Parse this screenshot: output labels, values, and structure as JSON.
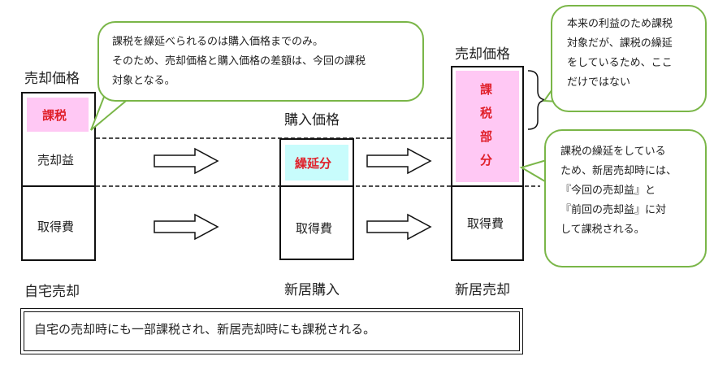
{
  "left_column": {
    "top_label": "売却価格",
    "tax_label": "課税",
    "gain_label": "売却益",
    "cost_label": "取得費",
    "bottom_label": "自宅売却"
  },
  "middle_column": {
    "top_label": "購入価格",
    "deferred_label": "繰延分",
    "cost_label": "取得費",
    "bottom_label": "新居購入"
  },
  "right_column": {
    "top_label": "売却価格",
    "taxed_part_chars": [
      "課",
      "税",
      "部",
      "分"
    ],
    "cost_label": "取得費",
    "bottom_label": "新居売却"
  },
  "callout_top_left": {
    "lines": [
      "課税を繰延べられるのは購入価格までのみ。",
      "そのため、売却価格と購入価格の差額は、今回の課税",
      "対象となる。"
    ]
  },
  "callout_top_right": {
    "lines": [
      "本来の利益のため課税",
      "対象だが、課税の繰延",
      "をしているため、ここ",
      "だけではない"
    ]
  },
  "callout_mid_right": {
    "lines": [
      "課税の繰延をしている",
      "ため、新居売却時には、",
      "『今回の売却益』と",
      "『前回の売却益』に対",
      "して課税される。"
    ]
  },
  "summary": {
    "text": "自宅の売却時にも一部課税され、新居売却時にも課税される。"
  },
  "colors": {
    "callout_border": "#7ab648",
    "tax_fill": "#ffc8f4",
    "deferred_fill": "#c8fcfc",
    "red_text": "#e0202a"
  }
}
